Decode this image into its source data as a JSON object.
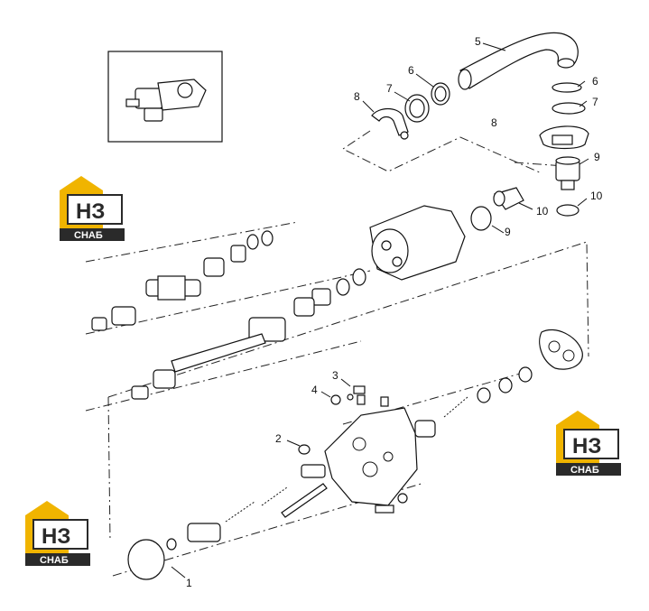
{
  "diagram": {
    "inset_present": true,
    "callouts": {
      "c1": "1",
      "c2": "2",
      "c3": "3",
      "c4": "4",
      "c5": "5",
      "c6a": "6",
      "c6b": "6",
      "c7a": "7",
      "c7b": "7",
      "c8a": "8",
      "c8b": "8",
      "c9a": "9",
      "c9b": "9",
      "c10a": "10",
      "c10b": "10"
    }
  },
  "watermark": {
    "logo_letters": "НЗ",
    "logo_word": "СНАБ",
    "colors": {
      "accent": "#f0b400",
      "dark": "#2a2a2a",
      "light": "#ffffff"
    }
  }
}
